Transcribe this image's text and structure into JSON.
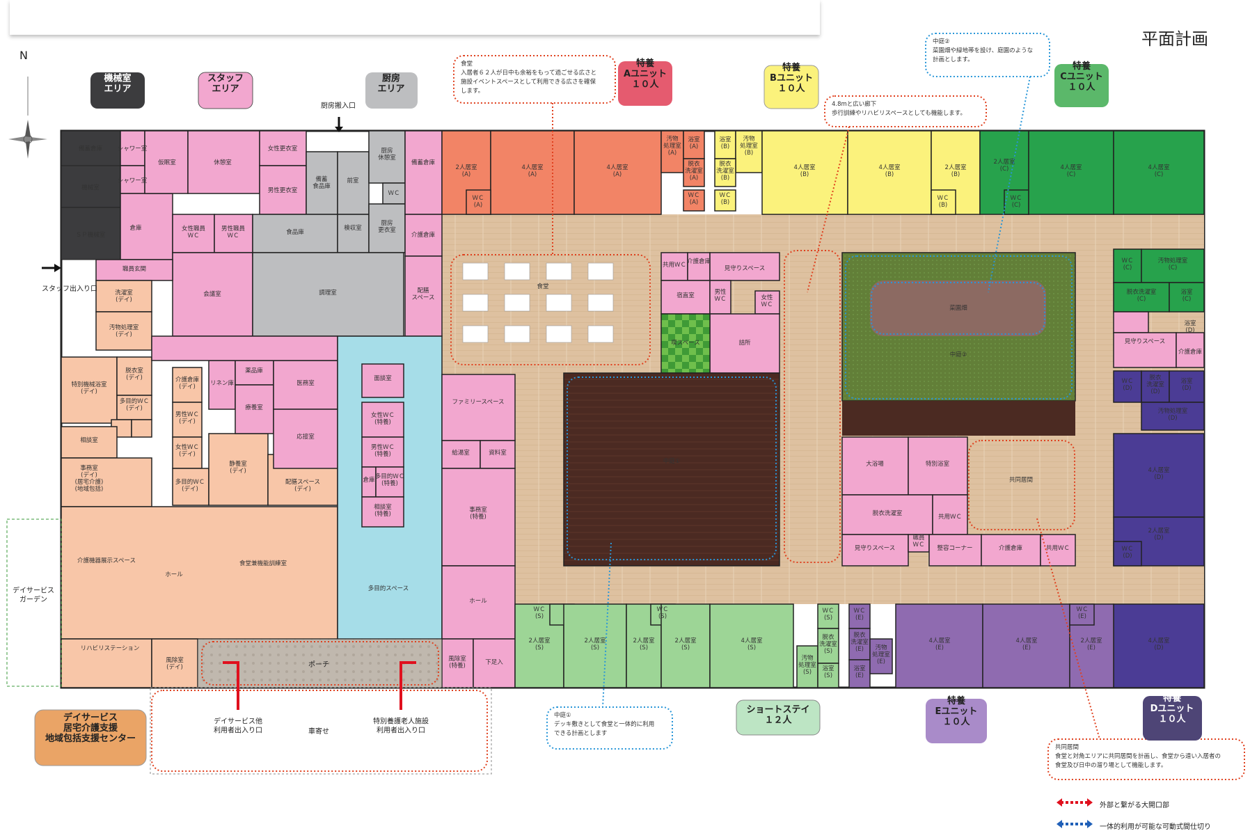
{
  "title": "平面計画",
  "north_label": "N",
  "tags": {
    "machine": "機械室\nエリア",
    "staff": "スタッフ\nエリア",
    "kitchen": "厨房\nエリア",
    "unitA": "特養\nAユニット\n１０人",
    "unitB": "特養\nBユニット\n１０人",
    "unitC": "特養\nCユニット\n１０人",
    "unitD": "特養\nDユニット\n１０人",
    "unitE": "特養\nEユニット\n１０人",
    "short": "ショートステイ\n１２人",
    "day": "デイサービス\n居宅介護支援\n地域包括支援センター"
  },
  "notes": {
    "dining": "食堂\n入居者６２人が日中も余裕をもって過ごせる広さと\n施設イベントスペースとして利用できる広さを確保\nします。",
    "garden2": "中庭②\n菜園畑や緑地帯を設け、庭園のような\n計画とします。",
    "corridor": "4.8mと広い廊下\n歩行訓練やリハビリスペースとしても機能します。",
    "garden1": "中庭①\nデッキ敷きとして食堂と一体的に利用\nできる計画とします",
    "common": "共同居間\n食堂と対角エリアに共同居間を計画し、食堂から遠い入居者の\n食堂及び日中の溜り場として機能します。"
  },
  "outside": {
    "staff_entrance": "スタッフ出入り口",
    "kitchen_entrance": "厨房搬入口",
    "day_entrance": "デイサービス他\n利用者出入り口",
    "care_entrance": "特別養護老人施設\n利用者出入り口",
    "drop_off": "車寄せ",
    "porch": "ポーチ",
    "day_garden": "デイサービス\nガーデン"
  },
  "legend": {
    "red": "外部と繋がる大開口部",
    "blue": "一体的利用が可能な可動式間仕切り"
  },
  "colors": {
    "machine": "#3c3c3e",
    "staff": "#f2a7cf",
    "kitchen": "#bdbec0",
    "day": "#f8c6a8",
    "blue_area": "#a6dde8",
    "unitA": "#f28466",
    "unitB": "#fbf27c",
    "unitC": "#27a24c",
    "unitD": "#4b3c95",
    "unitE": "#8f6bb0",
    "short": "#9dd596",
    "wood": "#dfc3a2",
    "deck": "#4b2a22",
    "grass": "#6a8c3c",
    "red_line": "#e0401e",
    "blue_line": "#2896d8"
  },
  "rooms": [
    {
      "id": "r1",
      "name": "備蓄倉庫",
      "zone": "machine"
    },
    {
      "id": "r2",
      "name": "機械室",
      "zone": "machine"
    },
    {
      "id": "r3",
      "name": "ＳＰ機械室",
      "zone": "machine"
    },
    {
      "id": "r4",
      "name": "シャワー室",
      "zone": "staff"
    },
    {
      "id": "r5",
      "name": "シャワー室",
      "zone": "staff"
    },
    {
      "id": "r6",
      "name": "倉庫",
      "zone": "staff"
    },
    {
      "id": "r7",
      "name": "仮眠室",
      "zone": "staff"
    },
    {
      "id": "r8",
      "name": "休憩室",
      "zone": "staff"
    },
    {
      "id": "r9",
      "name": "女性更衣室",
      "zone": "staff"
    },
    {
      "id": "r10",
      "name": "男性更衣室",
      "zone": "staff"
    },
    {
      "id": "r11",
      "name": "女性職員\nＷＣ",
      "zone": "staff"
    },
    {
      "id": "r12",
      "name": "男性職員\nＷＣ",
      "zone": "staff"
    },
    {
      "id": "r13",
      "name": "会議室",
      "zone": "staff"
    },
    {
      "id": "r14",
      "name": "職員玄関",
      "zone": "staff"
    },
    {
      "id": "r15",
      "name": "備蓄\n食品庫",
      "zone": "kitchen"
    },
    {
      "id": "r16",
      "name": "前室",
      "zone": "kitchen"
    },
    {
      "id": "r17",
      "name": "厨房\n休憩室",
      "zone": "kitchen"
    },
    {
      "id": "r18",
      "name": "ＷＣ",
      "zone": "kitchen"
    },
    {
      "id": "r19",
      "name": "食品庫",
      "zone": "kitchen"
    },
    {
      "id": "r20",
      "name": "検収室",
      "zone": "kitchen"
    },
    {
      "id": "r21",
      "name": "厨房\n更衣室",
      "zone": "kitchen"
    },
    {
      "id": "r22",
      "name": "調理室",
      "zone": "kitchen"
    },
    {
      "id": "r23",
      "name": "備蓄倉庫",
      "zone": "staff"
    },
    {
      "id": "r24",
      "name": "介護倉庫",
      "zone": "staff"
    },
    {
      "id": "r25",
      "name": "配膳\nスペース",
      "zone": "staff"
    },
    {
      "id": "r26",
      "name": "洗濯室\n(デイ)",
      "zone": "day"
    },
    {
      "id": "r27",
      "name": "汚物処理室\n(デイ)",
      "zone": "day"
    },
    {
      "id": "r28",
      "name": "特別機械浴室\n(デイ)",
      "zone": "day"
    },
    {
      "id": "r29",
      "name": "脱衣室\n(デイ)",
      "zone": "day"
    },
    {
      "id": "r30",
      "name": "多目的ＷＣ\n(デイ)",
      "zone": "day"
    },
    {
      "id": "r31",
      "name": "相談室",
      "zone": "day"
    },
    {
      "id": "r32",
      "name": "事務室\n(デイ)\n(居宅介護)\n(地域包括)",
      "zone": "day"
    },
    {
      "id": "r33",
      "name": "介護倉庫\n(デイ)",
      "zone": "day"
    },
    {
      "id": "r34",
      "name": "男性ＷＣ\n(デイ)",
      "zone": "day"
    },
    {
      "id": "r35",
      "name": "女性ＷＣ\n(デイ)",
      "zone": "day"
    },
    {
      "id": "r36",
      "name": "多目的ＷＣ\n(デイ)",
      "zone": "day"
    },
    {
      "id": "r37",
      "name": "静養室\n(デイ)",
      "zone": "day"
    },
    {
      "id": "r38",
      "name": "リネン庫",
      "zone": "staff"
    },
    {
      "id": "r39",
      "name": "薬品庫",
      "zone": "staff"
    },
    {
      "id": "r40",
      "name": "療養室",
      "zone": "staff"
    },
    {
      "id": "r41",
      "name": "医務室",
      "zone": "staff"
    },
    {
      "id": "r42",
      "name": "応接室",
      "zone": "staff"
    },
    {
      "id": "r43",
      "name": "配膳スペース\n(デイ)",
      "zone": "day"
    },
    {
      "id": "r44",
      "name": "介護機器展示スペース",
      "zone": "day"
    },
    {
      "id": "r45",
      "name": "ホール",
      "zone": "day"
    },
    {
      "id": "r46",
      "name": "食堂兼機能訓練室",
      "zone": "day"
    },
    {
      "id": "r47",
      "name": "リハビリステーション",
      "zone": "day"
    },
    {
      "id": "r48",
      "name": "風除室\n(デイ)",
      "zone": "day"
    },
    {
      "id": "r49",
      "name": "面談室",
      "zone": "staff"
    },
    {
      "id": "r50",
      "name": "女性ＷＣ\n(特養)",
      "zone": "staff"
    },
    {
      "id": "r51",
      "name": "男性ＷＣ\n(特養)",
      "zone": "staff"
    },
    {
      "id": "r52",
      "name": "倉庫",
      "zone": "staff"
    },
    {
      "id": "r53",
      "name": "多目的ＷＣ\n(特養)",
      "zone": "staff"
    },
    {
      "id": "r54",
      "name": "相談室\n(特養)",
      "zone": "staff"
    },
    {
      "id": "r55",
      "name": "多目的スペース",
      "zone": "blue_area"
    },
    {
      "id": "r56",
      "name": "ファミリースペース",
      "zone": "staff"
    },
    {
      "id": "r57",
      "name": "給湯室",
      "zone": "staff"
    },
    {
      "id": "r58",
      "name": "資料室",
      "zone": "staff"
    },
    {
      "id": "r59",
      "name": "事務室\n(特養)",
      "zone": "staff"
    },
    {
      "id": "r60",
      "name": "ホール",
      "zone": "staff"
    },
    {
      "id": "r61",
      "name": "風除室\n(特養)",
      "zone": "staff"
    },
    {
      "id": "r62",
      "name": "下足入",
      "zone": "staff"
    },
    {
      "id": "r63",
      "name": "2人居室\n(A)",
      "zone": "unitA"
    },
    {
      "id": "r64",
      "name": "4人居室\n(A)",
      "zone": "unitA"
    },
    {
      "id": "r65",
      "name": "4人居室\n(A)",
      "zone": "unitA"
    },
    {
      "id": "r66",
      "name": "ＷＣ\n(A)",
      "zone": "unitA"
    },
    {
      "id": "r67",
      "name": "汚物\n処理室\n(A)",
      "zone": "unitA"
    },
    {
      "id": "r68",
      "name": "浴室\n(A)",
      "zone": "unitA"
    },
    {
      "id": "r69",
      "name": "脱衣\n洗濯室\n(A)",
      "zone": "unitA"
    },
    {
      "id": "r70",
      "name": "ＷＣ\n(A)",
      "zone": "unitA"
    },
    {
      "id": "r71",
      "name": "浴室\n(B)",
      "zone": "unitB"
    },
    {
      "id": "r72",
      "name": "汚物\n処理室\n(B)",
      "zone": "unitB"
    },
    {
      "id": "r73",
      "name": "脱衣\n洗濯室\n(B)",
      "zone": "unitB"
    },
    {
      "id": "r74",
      "name": "ＷＣ\n(B)",
      "zone": "unitB"
    },
    {
      "id": "r75",
      "name": "4人居室\n(B)",
      "zone": "unitB"
    },
    {
      "id": "r76",
      "name": "4人居室\n(B)",
      "zone": "unitB"
    },
    {
      "id": "r77",
      "name": "2人居室\n(B)",
      "zone": "unitB"
    },
    {
      "id": "r78",
      "name": "ＷＣ\n(B)",
      "zone": "unitB"
    },
    {
      "id": "r79",
      "name": "2人居室\n(C)",
      "zone": "unitC"
    },
    {
      "id": "r80",
      "name": "ＷＣ\n(C)",
      "zone": "unitC"
    },
    {
      "id": "r81",
      "name": "4人居室\n(C)",
      "zone": "unitC"
    },
    {
      "id": "r82",
      "name": "4人居室\n(C)",
      "zone": "unitC"
    },
    {
      "id": "r83",
      "name": "ＷＣ\n(C)",
      "zone": "unitC"
    },
    {
      "id": "r84",
      "name": "汚物処理室\n(C)",
      "zone": "unitC"
    },
    {
      "id": "r85",
      "name": "脱衣洗濯室\n(C)",
      "zone": "unitC"
    },
    {
      "id": "r86",
      "name": "浴室\n(C)",
      "zone": "unitC"
    },
    {
      "id": "r87",
      "name": "浴室\n(D)",
      "zone": "staff"
    },
    {
      "id": "r88",
      "name": "見守りスペース",
      "zone": "staff"
    },
    {
      "id": "r89",
      "name": "介護倉庫",
      "zone": "staff"
    },
    {
      "id": "r90",
      "name": "ＷＣ\n(D)",
      "zone": "unitD"
    },
    {
      "id": "r91",
      "name": "脱衣\n洗濯室\n(D)",
      "zone": "unitD"
    },
    {
      "id": "r92",
      "name": "浴室\n(D)",
      "zone": "unitD"
    },
    {
      "id": "r93",
      "name": "汚物処理室\n(D)",
      "zone": "unitD"
    },
    {
      "id": "r94",
      "name": "4人居室\n(D)",
      "zone": "unitD"
    },
    {
      "id": "r95",
      "name": "2人居室\n(D)",
      "zone": "unitD"
    },
    {
      "id": "r96",
      "name": "ＷＣ\n(D)",
      "zone": "unitD"
    },
    {
      "id": "r97",
      "name": "4人居室\n(D)",
      "zone": "unitD"
    },
    {
      "id": "r98",
      "name": "共用ＷＣ",
      "zone": "staff"
    },
    {
      "id": "r99",
      "name": "介護倉庫",
      "zone": "staff"
    },
    {
      "id": "r100",
      "name": "見守りスペース",
      "zone": "staff"
    },
    {
      "id": "r101",
      "name": "宿直室",
      "zone": "staff"
    },
    {
      "id": "r102",
      "name": "男性\nＷＣ",
      "zone": "staff"
    },
    {
      "id": "r103",
      "name": "女性\nＷＣ",
      "zone": "staff"
    },
    {
      "id": "r104",
      "name": "詰所",
      "zone": "staff"
    },
    {
      "id": "r105",
      "name": "喫スペース",
      "zone": "short"
    },
    {
      "id": "r106",
      "name": "大浴場",
      "zone": "staff"
    },
    {
      "id": "r107",
      "name": "特別浴室",
      "zone": "staff"
    },
    {
      "id": "r108",
      "name": "脱衣洗濯室",
      "zone": "staff"
    },
    {
      "id": "r109",
      "name": "共用ＷＣ",
      "zone": "staff"
    },
    {
      "id": "r110",
      "name": "見守りスペース",
      "zone": "staff"
    },
    {
      "id": "r111",
      "name": "職員\nＷＣ",
      "zone": "staff"
    },
    {
      "id": "r112",
      "name": "整容コーナー",
      "zone": "staff"
    },
    {
      "id": "r113",
      "name": "介護倉庫",
      "zone": "staff"
    },
    {
      "id": "r114",
      "name": "共用ＷＣ",
      "zone": "staff"
    },
    {
      "id": "r115",
      "name": "ＷＣ\n(S)",
      "zone": "short"
    },
    {
      "id": "r116",
      "name": "ＷＣ\n(S)",
      "zone": "short"
    },
    {
      "id": "r117",
      "name": "2人居室\n(S)",
      "zone": "short"
    },
    {
      "id": "r118",
      "name": "2人居室\n(S)",
      "zone": "short"
    },
    {
      "id": "r119",
      "name": "2人居室\n(S)",
      "zone": "short"
    },
    {
      "id": "r120",
      "name": "2人居室\n(S)",
      "zone": "short"
    },
    {
      "id": "r121",
      "name": "4人居室\n(S)",
      "zone": "short"
    },
    {
      "id": "r122",
      "name": "汚物\n処理室\n(S)",
      "zone": "short"
    },
    {
      "id": "r123",
      "name": "ＷＣ\n(S)",
      "zone": "short"
    },
    {
      "id": "r124",
      "name": "脱衣\n洗濯室\n(S)",
      "zone": "short"
    },
    {
      "id": "r125",
      "name": "浴室\n(S)",
      "zone": "short"
    },
    {
      "id": "r126",
      "name": "ＷＣ\n(E)",
      "zone": "unitE"
    },
    {
      "id": "r127",
      "name": "脱衣\n洗濯室\n(E)",
      "zone": "unitE"
    },
    {
      "id": "r128",
      "name": "浴室\n(E)",
      "zone": "unitE"
    },
    {
      "id": "r129",
      "name": "汚物\n処理室\n(E)",
      "zone": "unitE"
    },
    {
      "id": "r130",
      "name": "4人居室\n(E)",
      "zone": "unitE"
    },
    {
      "id": "r131",
      "name": "4人居室\n(E)",
      "zone": "unitE"
    },
    {
      "id": "r132",
      "name": "2人居室\n(E)",
      "zone": "unitE"
    },
    {
      "id": "r133",
      "name": "ＷＣ\n(E)",
      "zone": "unitE"
    }
  ],
  "features": {
    "dining": "食堂",
    "garden1": "中庭①",
    "garden2": "中庭②",
    "vegetable": "菜園畑",
    "common_room": "共同居間"
  }
}
